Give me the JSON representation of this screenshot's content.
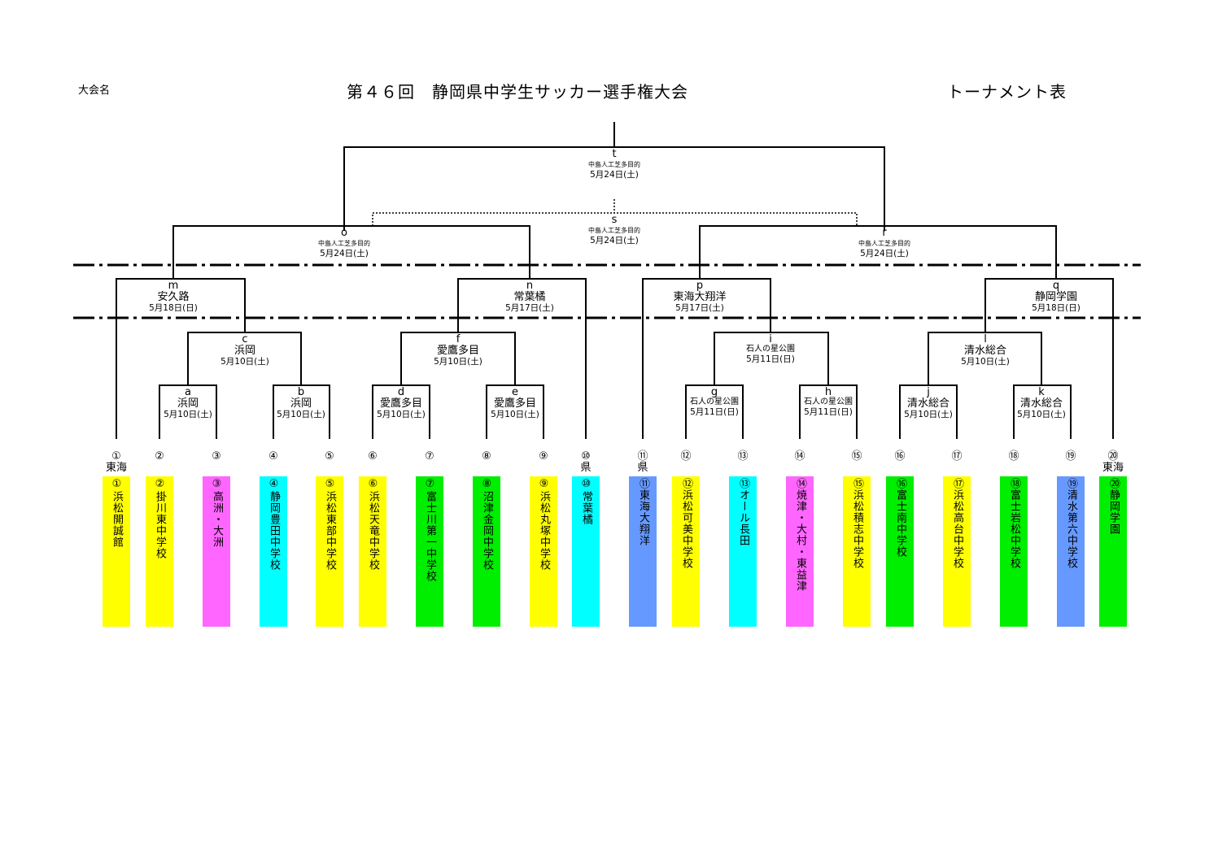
{
  "header": {
    "label": "大会名",
    "title": "第４６回　静岡県中学生サッカー選手権大会",
    "right": "トーナメント表"
  },
  "matches": {
    "t": {
      "id": "t",
      "venue": "中島人工芝多目的",
      "date": "5月24日(土)"
    },
    "s": {
      "id": "s",
      "venue": "中島人工芝多目的",
      "date": "5月24日(土)"
    },
    "o": {
      "id": "o",
      "venue": "中島人工芝多目的",
      "date": "5月24日(土)"
    },
    "r": {
      "id": "r",
      "venue": "中島人工芝多目的",
      "date": "5月24日(土)"
    },
    "m": {
      "id": "m",
      "venue": "安久路",
      "date": "5月18日(日)"
    },
    "n": {
      "id": "n",
      "venue": "常葉橘",
      "date": "5月17日(土)"
    },
    "p": {
      "id": "p",
      "venue": "東海大翔洋",
      "date": "5月17日(土)"
    },
    "q": {
      "id": "q",
      "venue": "静岡学園",
      "date": "5月18日(日)"
    },
    "c": {
      "id": "c",
      "venue": "浜岡",
      "date": "5月10日(土)"
    },
    "f": {
      "id": "f",
      "venue": "愛鷹多目",
      "date": "5月10日(土)"
    },
    "i": {
      "id": "i",
      "venue": "石人の星公園",
      "date": "5月11日(日)"
    },
    "l": {
      "id": "l",
      "venue": "清水総合",
      "date": "5月10日(土)"
    },
    "a": {
      "id": "a",
      "venue": "浜岡",
      "date": "5月10日(土)"
    },
    "b": {
      "id": "b",
      "venue": "浜岡",
      "date": "5月10日(土)"
    },
    "d": {
      "id": "d",
      "venue": "愛鷹多目",
      "date": "5月10日(土)"
    },
    "e": {
      "id": "e",
      "venue": "愛鷹多目",
      "date": "5月10日(土)"
    },
    "g": {
      "id": "g",
      "venue": "石人の星公園",
      "date": "5月11日(日)"
    },
    "h": {
      "id": "h",
      "venue": "石人の星公園",
      "date": "5月11日(日)"
    },
    "j": {
      "id": "j",
      "venue": "清水総合",
      "date": "5月10日(土)"
    },
    "k": {
      "id": "k",
      "venue": "清水総合",
      "date": "5月10日(土)"
    }
  },
  "seeds": [
    {
      "num": "①",
      "region": "東海",
      "team": "①浜松開誠館",
      "color": "#FFFF00"
    },
    {
      "num": "②",
      "region": "",
      "team": "②掛川東中学校",
      "color": "#FFFF00"
    },
    {
      "num": "③",
      "region": "",
      "team": "③高洲・大洲",
      "color": "#FF66FF"
    },
    {
      "num": "④",
      "region": "",
      "team": "④静岡豊田中学校",
      "color": "#00FFFF"
    },
    {
      "num": "⑤",
      "region": "",
      "team": "⑤浜松東部中学校",
      "color": "#FFFF00"
    },
    {
      "num": "⑥",
      "region": "",
      "team": "⑥浜松天竜中学校",
      "color": "#FFFF00"
    },
    {
      "num": "⑦",
      "region": "",
      "team": "⑦富士川第一中学校",
      "color": "#00EE00"
    },
    {
      "num": "⑧",
      "region": "",
      "team": "⑧沼津金岡中学校",
      "color": "#00EE00"
    },
    {
      "num": "⑨",
      "region": "",
      "team": "⑨浜松丸塚中学校",
      "color": "#FFFF00"
    },
    {
      "num": "⑩",
      "region": "県",
      "team": "⑩常葉橘",
      "color": "#00FFFF"
    },
    {
      "num": "⑪",
      "region": "県",
      "team": "⑪東海大翔洋",
      "color": "#6699FF"
    },
    {
      "num": "⑫",
      "region": "",
      "team": "⑫浜松可美中学校",
      "color": "#FFFF00"
    },
    {
      "num": "⑬",
      "region": "",
      "team": "⑬オール長田",
      "color": "#00FFFF"
    },
    {
      "num": "⑭",
      "region": "",
      "team": "⑭焼津・大村・東益津",
      "color": "#FF66FF"
    },
    {
      "num": "⑮",
      "region": "",
      "team": "⑮浜松積志中学校",
      "color": "#FFFF00"
    },
    {
      "num": "⑯",
      "region": "",
      "team": "⑯富士南中学校",
      "color": "#00EE00"
    },
    {
      "num": "⑰",
      "region": "",
      "team": "⑰浜松高台中学校",
      "color": "#FFFF00"
    },
    {
      "num": "⑱",
      "region": "",
      "team": "⑱富士岩松中学校",
      "color": "#00EE00"
    },
    {
      "num": "⑲",
      "region": "",
      "team": "⑲清水第六中学校",
      "color": "#6699FF"
    },
    {
      "num": "⑳",
      "region": "東海",
      "team": "⑳静岡学園",
      "color": "#00EE00"
    }
  ]
}
